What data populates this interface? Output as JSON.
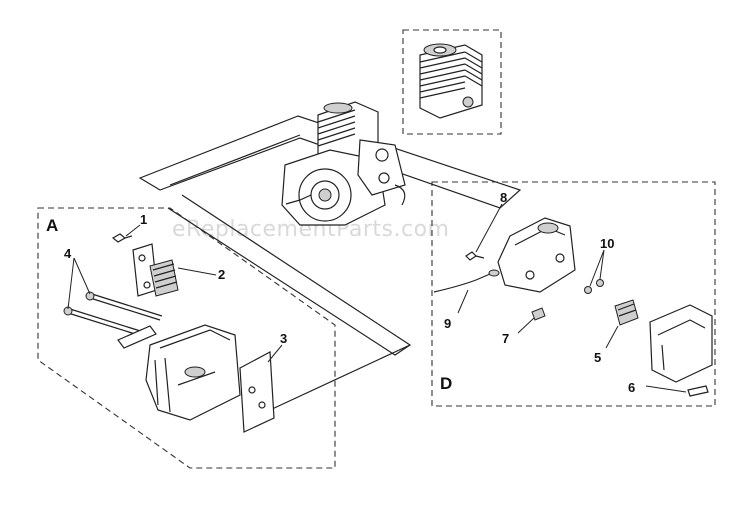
{
  "watermark": "eReplacementParts.com",
  "groups": [
    {
      "id": "A",
      "label": "A"
    },
    {
      "id": "D",
      "label": "D"
    }
  ],
  "callouts": [
    {
      "id": "1",
      "label": "1"
    },
    {
      "id": "2",
      "label": "2"
    },
    {
      "id": "3",
      "label": "3"
    },
    {
      "id": "4",
      "label": "4"
    },
    {
      "id": "5",
      "label": "5"
    },
    {
      "id": "6",
      "label": "6"
    },
    {
      "id": "7",
      "label": "7"
    },
    {
      "id": "8",
      "label": "8"
    },
    {
      "id": "9",
      "label": "9"
    },
    {
      "id": "10",
      "label": "10"
    }
  ]
}
